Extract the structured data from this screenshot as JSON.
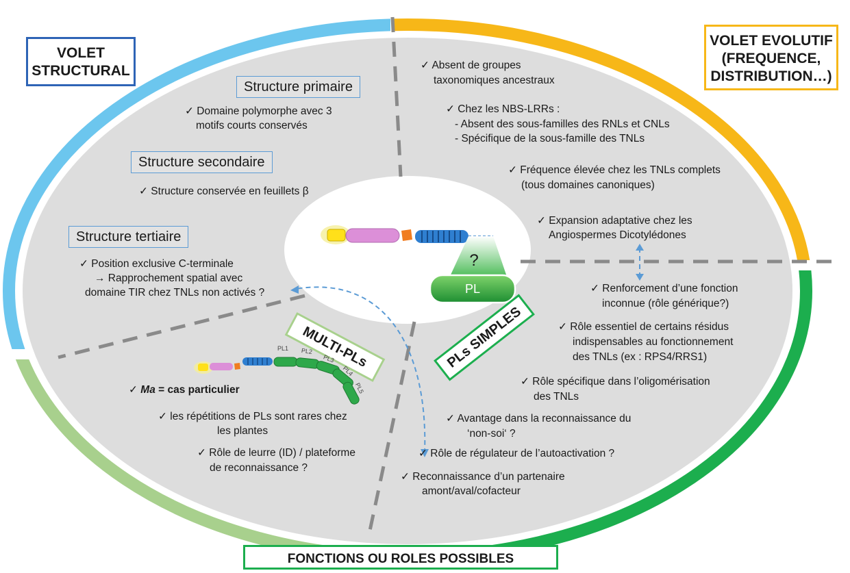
{
  "colors": {
    "structural": "#6cc6ee",
    "evolutif": "#f7b718",
    "fonctions": "#1cae4e",
    "multi": "#a8d08d",
    "ellipse": "#dddddd",
    "box_border": "#5b9bd5"
  },
  "labels": {
    "volet_structural": [
      "VOLET",
      "STRUCTURAL"
    ],
    "volet_evolutif": [
      "VOLET EVOLUTIF",
      "(FREQUENCE,",
      "DISTRIBUTION…)"
    ],
    "fonctions": "FONCTIONS OU ROLES POSSIBLES",
    "multi_pls": "MULTI-PLs",
    "pls_simples": "PLs SIMPLES"
  },
  "structural": {
    "primaire_title": "Structure primaire",
    "primaire_text": [
      "✓ Domaine polymorphe avec 3",
      "motifs courts conservés"
    ],
    "secondaire_title": "Structure secondaire",
    "secondaire_text": "✓ Structure conservée en feuillets β",
    "tertiaire_title": "Structure tertiaire",
    "tertiaire_text": [
      "✓ Position exclusive C-terminale",
      "→ Rapprochement spatial avec",
      "domaine TIR chez TNLs non activés ?"
    ]
  },
  "evolutif": {
    "item1": [
      "✓  Absent de groupes",
      "taxonomiques ancestraux"
    ],
    "item2": [
      "✓  Chez les NBS-LRRs :",
      "- Absent des sous-familles des RNLs et CNLs",
      "- Spécifique de la sous-famille des TNLs"
    ],
    "item3": [
      "✓  Fréquence élevée chez les TNLs complets",
      "(tous domaines canoniques)"
    ],
    "item4": [
      "✓  Expansion adaptative chez les",
      "Angiospermes Dicotylédones"
    ]
  },
  "simples": {
    "item1": [
      "✓  Renforcement d’une fonction",
      "inconnue (rôle générique?)"
    ],
    "item2": [
      "✓  Rôle essentiel de certains résidus",
      "indispensables au fonctionnement",
      "des TNLs (ex : RPS4/RRS1)"
    ],
    "item3": [
      "✓  Rôle spécifique dans l’oligomérisation",
      "des TNLs"
    ],
    "item4": [
      "✓      Avantage dans la reconnaissance du",
      "‘non-soi‘ ?"
    ],
    "item5": "✓  Rôle de régulateur de l’autoactivation ?",
    "item6": [
      "✓      Reconnaissance d’un partenaire",
      "amont/aval/cofacteur"
    ]
  },
  "multi": {
    "ma_italic": "Ma",
    "ma_rest": " = cas particulier",
    "item2": [
      "✓  les répétitions de PLs sont rares chez",
      "les plantes"
    ],
    "item3": [
      "✓  Rôle de leurre (ID) / plateforme",
      "de reconnaissance ?"
    ]
  },
  "center": {
    "question": "?",
    "pl": "PL"
  },
  "multi_domains": [
    "PL1",
    "PL2",
    "PL3",
    "PL4",
    "PL5"
  ]
}
